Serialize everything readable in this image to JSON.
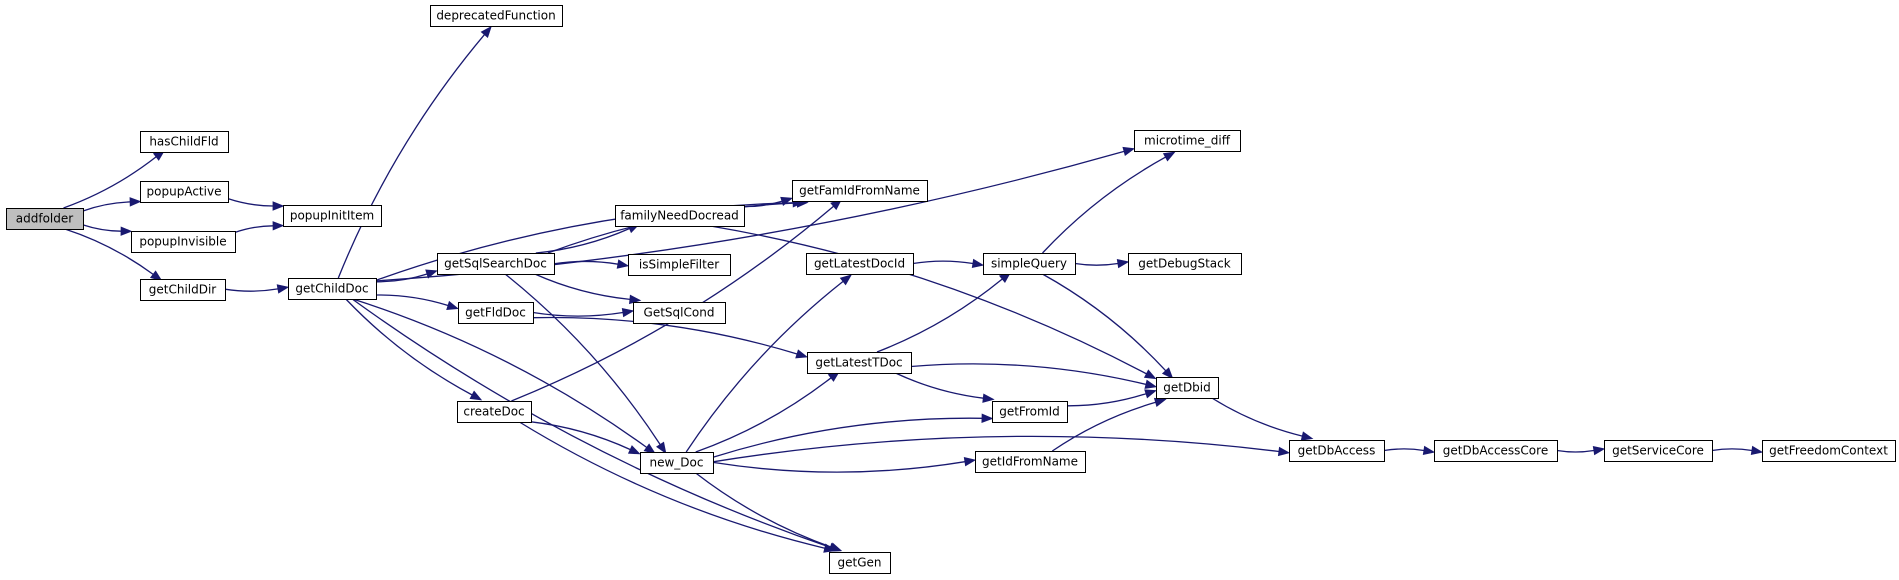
{
  "graph": {
    "edge_color": "#191970",
    "root_fill": "#bfbfbf",
    "nodes": [
      {
        "id": "addfolder",
        "label": "addfolder",
        "root": true
      },
      {
        "id": "hasChildFld",
        "label": "hasChildFld"
      },
      {
        "id": "popupActive",
        "label": "popupActive"
      },
      {
        "id": "popupInvisible",
        "label": "popupInvisible"
      },
      {
        "id": "getChildDir",
        "label": "getChildDir"
      },
      {
        "id": "popupInitItem",
        "label": "popupInitItem"
      },
      {
        "id": "getChildDoc",
        "label": "getChildDoc"
      },
      {
        "id": "deprecatedFunction",
        "label": "deprecatedFunction"
      },
      {
        "id": "getSqlSearchDoc",
        "label": "getSqlSearchDoc"
      },
      {
        "id": "getFldDoc",
        "label": "getFldDoc"
      },
      {
        "id": "createDoc",
        "label": "createDoc"
      },
      {
        "id": "getFamIdFromName",
        "label": "getFamIdFromName"
      },
      {
        "id": "familyNeedDocread",
        "label": "familyNeedDocread"
      },
      {
        "id": "isSimpleFilter",
        "label": "isSimpleFilter"
      },
      {
        "id": "GetSqlCond",
        "label": "GetSqlCond"
      },
      {
        "id": "new_Doc",
        "label": "new_Doc"
      },
      {
        "id": "getLatestDocId",
        "label": "getLatestDocId"
      },
      {
        "id": "getLatestTDoc",
        "label": "getLatestTDoc"
      },
      {
        "id": "getGen",
        "label": "getGen"
      },
      {
        "id": "microtime_diff",
        "label": "microtime_diff"
      },
      {
        "id": "simpleQuery",
        "label": "simpleQuery"
      },
      {
        "id": "getFromId",
        "label": "getFromId"
      },
      {
        "id": "getIdFromName",
        "label": "getIdFromName"
      },
      {
        "id": "getDebugStack",
        "label": "getDebugStack"
      },
      {
        "id": "getDbid",
        "label": "getDbid"
      },
      {
        "id": "getDbAccess",
        "label": "getDbAccess"
      },
      {
        "id": "getDbAccessCore",
        "label": "getDbAccessCore"
      },
      {
        "id": "getServiceCore",
        "label": "getServiceCore"
      },
      {
        "id": "getFreedomContext",
        "label": "getFreedomContext"
      }
    ],
    "edges": [
      [
        "addfolder",
        "hasChildFld"
      ],
      [
        "addfolder",
        "popupActive"
      ],
      [
        "addfolder",
        "popupInvisible"
      ],
      [
        "addfolder",
        "getChildDir"
      ],
      [
        "popupActive",
        "popupInitItem"
      ],
      [
        "popupInvisible",
        "popupInitItem"
      ],
      [
        "getChildDir",
        "getChildDoc"
      ],
      [
        "getChildDoc",
        "deprecatedFunction"
      ],
      [
        "getChildDoc",
        "microtime_diff"
      ],
      [
        "getChildDoc",
        "getFamIdFromName"
      ],
      [
        "getChildDoc",
        "getSqlSearchDoc"
      ],
      [
        "getChildDoc",
        "getFldDoc"
      ],
      [
        "getChildDoc",
        "createDoc"
      ],
      [
        "getChildDoc",
        "new_Doc"
      ],
      [
        "getChildDoc",
        "getGen"
      ],
      [
        "getSqlSearchDoc",
        "getFamIdFromName"
      ],
      [
        "getSqlSearchDoc",
        "familyNeedDocread"
      ],
      [
        "getSqlSearchDoc",
        "isSimpleFilter"
      ],
      [
        "getSqlSearchDoc",
        "GetSqlCond"
      ],
      [
        "getSqlSearchDoc",
        "new_Doc"
      ],
      [
        "getFldDoc",
        "GetSqlCond"
      ],
      [
        "getFldDoc",
        "getLatestTDoc"
      ],
      [
        "familyNeedDocread",
        "getFamIdFromName"
      ],
      [
        "familyNeedDocread",
        "getDbid"
      ],
      [
        "createDoc",
        "getFamIdFromName"
      ],
      [
        "createDoc",
        "new_Doc"
      ],
      [
        "createDoc",
        "getGen"
      ],
      [
        "new_Doc",
        "getLatestDocId"
      ],
      [
        "new_Doc",
        "getLatestTDoc"
      ],
      [
        "new_Doc",
        "getFromId"
      ],
      [
        "new_Doc",
        "getIdFromName"
      ],
      [
        "new_Doc",
        "getDbAccess"
      ],
      [
        "new_Doc",
        "getGen"
      ],
      [
        "getLatestDocId",
        "simpleQuery"
      ],
      [
        "getLatestTDoc",
        "simpleQuery"
      ],
      [
        "getLatestTDoc",
        "getDbid"
      ],
      [
        "getLatestTDoc",
        "getFromId"
      ],
      [
        "simpleQuery",
        "microtime_diff"
      ],
      [
        "simpleQuery",
        "getDebugStack"
      ],
      [
        "simpleQuery",
        "getDbid"
      ],
      [
        "getFromId",
        "getDbid"
      ],
      [
        "getIdFromName",
        "getDbid"
      ],
      [
        "getDbid",
        "getDbAccess"
      ],
      [
        "getDbAccess",
        "getDbAccessCore"
      ],
      [
        "getDbAccessCore",
        "getServiceCore"
      ],
      [
        "getServiceCore",
        "getFreedomContext"
      ]
    ]
  }
}
